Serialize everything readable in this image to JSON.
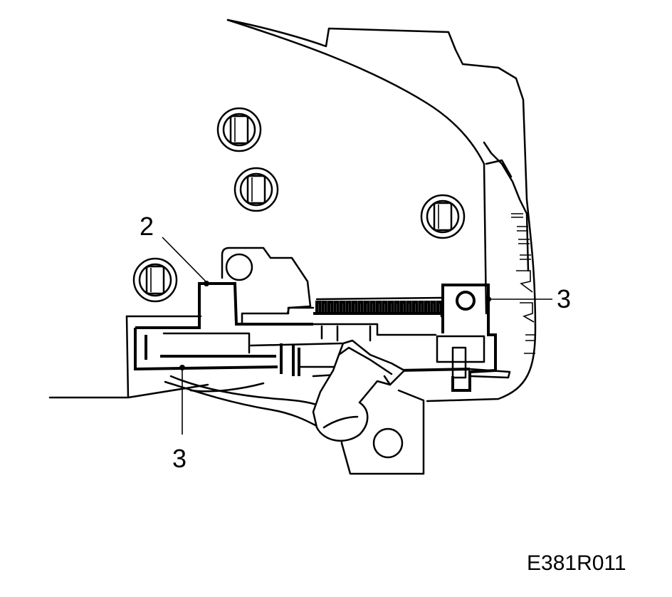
{
  "callouts": [
    {
      "id": "2",
      "text": "2"
    },
    {
      "id": "3-right",
      "text": "3"
    },
    {
      "id": "3-bottom",
      "text": "3"
    }
  ],
  "figure_code": "E381R011"
}
